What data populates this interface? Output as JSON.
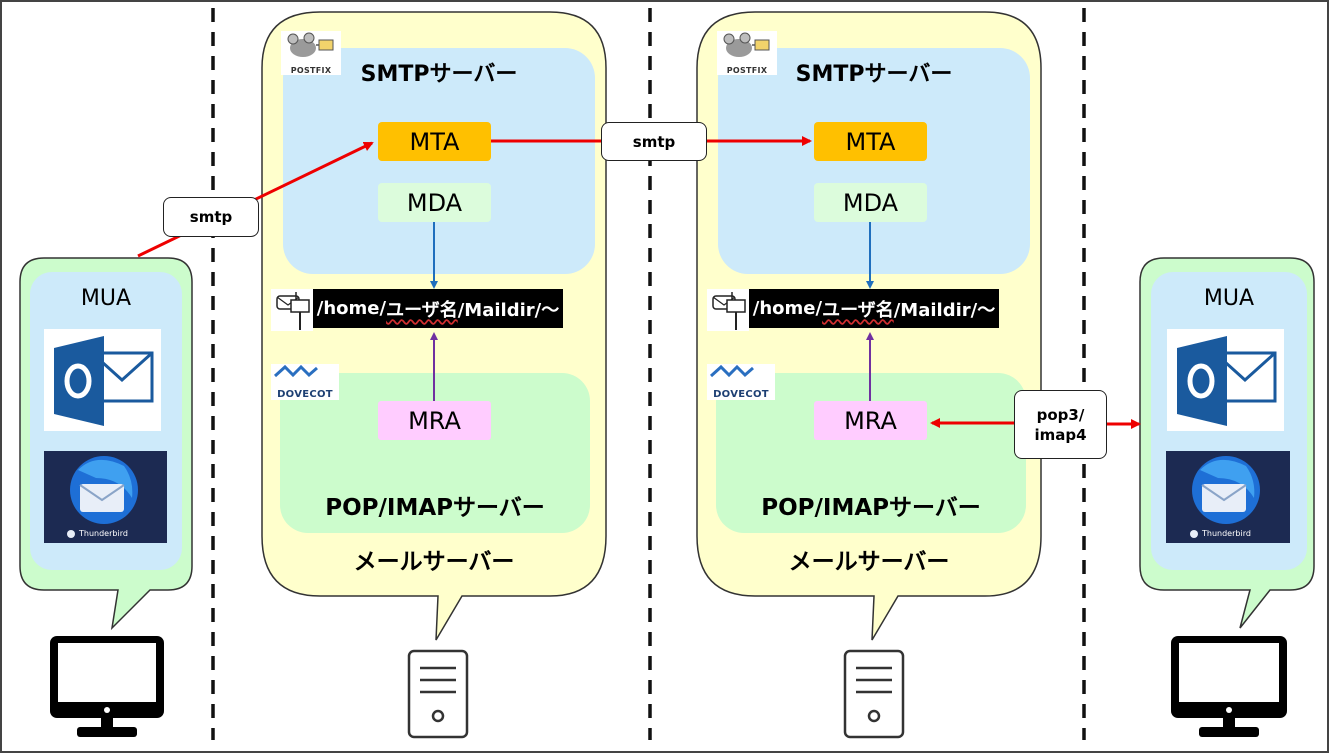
{
  "smtp_label": "SMTPサーバー",
  "mta_label": "MTA",
  "mda_label": "MDA",
  "mra_label": "MRA",
  "popimap_label": "POP/IMAPサーバー",
  "mailserver_label": "メールサーバー",
  "mailbox_path": {
    "prefix": "/home/",
    "user": "ユーザ名",
    "suffix": "/Maildir/～"
  },
  "mua_label": "MUA",
  "protocols": {
    "client_send": "smtp",
    "relay": "smtp",
    "receive_line1": "pop3/",
    "receive_line2": "imap4"
  },
  "logos": {
    "postfix": "POSTFIX",
    "dovecot": "DOVECOT",
    "thunderbird": "Thunderbird"
  },
  "icons": {
    "client": "desktop-monitor-icon",
    "server": "tower-server-icon",
    "mailbox": "mailbox-icon",
    "outlook": "outlook-icon",
    "thunderbird": "thunderbird-icon"
  },
  "colors": {
    "smtp_area": "#cdeafa",
    "popimap_area": "#ccfccc",
    "server_bubble": "#ffffcc",
    "mta_box": "#ffc000",
    "mda_box": "#dcfcdc",
    "mra_box": "#ffccff",
    "smtp_arrow": "#ee0000",
    "delivery_arrow": "#1f6fbd",
    "retrieve_arrow": "#7030a0"
  }
}
